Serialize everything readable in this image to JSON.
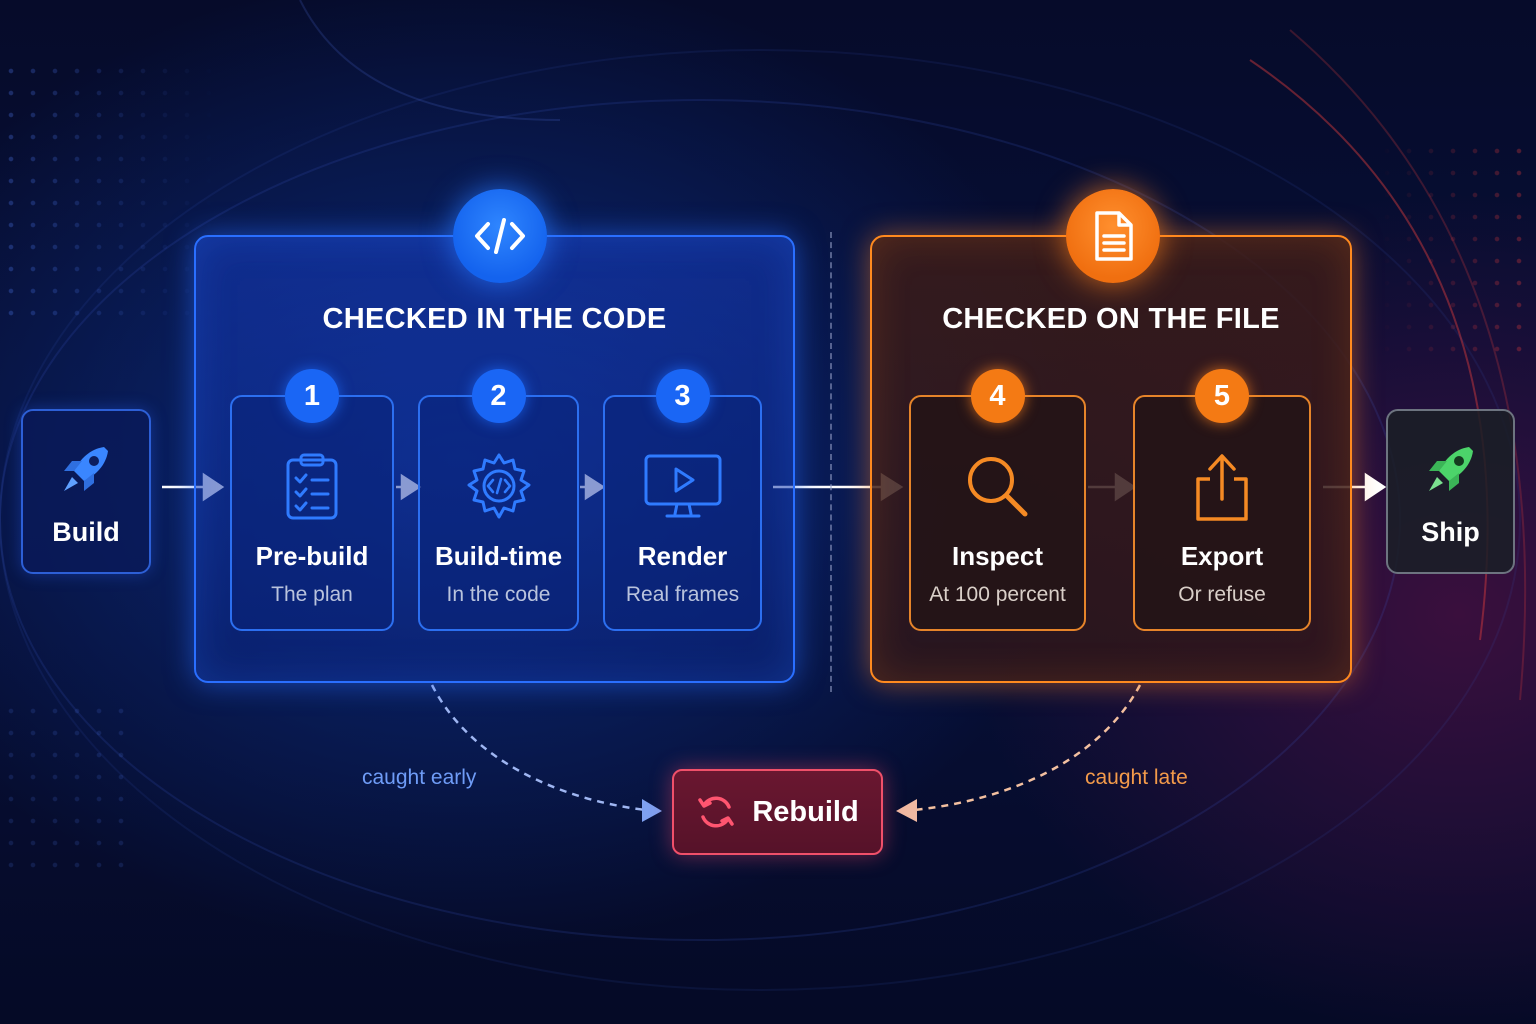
{
  "colors": {
    "code_accent": "#2a6fff",
    "file_accent": "#ff8a1f",
    "rebuild_accent": "#f0506a",
    "ship_accent": "#4cd46a",
    "early_text": "#6f9cf7",
    "late_text": "#f39a4a"
  },
  "start": {
    "label": "Build",
    "icon": "rocket-icon"
  },
  "end": {
    "label": "Ship",
    "icon": "rocket-icon"
  },
  "groups": [
    {
      "title": "CHECKED IN THE CODE",
      "icon": "code-icon",
      "steps": [
        {
          "number": "1",
          "title": "Pre-build",
          "subtitle": "The plan",
          "icon": "clipboard-checklist-icon"
        },
        {
          "number": "2",
          "title": "Build-time",
          "subtitle": "In the code",
          "icon": "gear-code-icon"
        },
        {
          "number": "3",
          "title": "Render",
          "subtitle": "Real frames",
          "icon": "monitor-play-icon"
        }
      ]
    },
    {
      "title": "CHECKED ON THE FILE",
      "icon": "document-icon",
      "steps": [
        {
          "number": "4",
          "title": "Inspect",
          "subtitle": "At 100 percent",
          "icon": "magnifier-icon"
        },
        {
          "number": "5",
          "title": "Export",
          "subtitle": "Or refuse",
          "icon": "share-upload-icon"
        }
      ]
    }
  ],
  "rebuild": {
    "label": "Rebuild",
    "icon": "refresh-icon"
  },
  "feedback": {
    "early": "caught early",
    "late": "caught late"
  }
}
